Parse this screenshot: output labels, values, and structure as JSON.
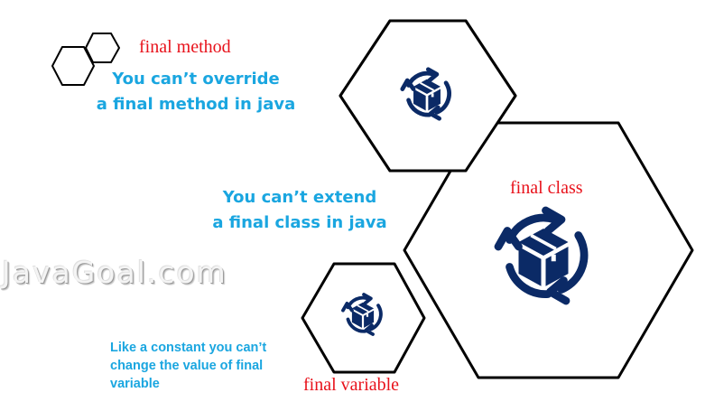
{
  "watermark": "JavaGoal.com",
  "colors": {
    "title_red": "#e8121b",
    "desc_blue": "#1aa6e0",
    "icon_navy": "#0b2a66",
    "outline": "#000000"
  },
  "nodes": [
    {
      "id": "method",
      "title": "final method",
      "description_lines": [
        "You can’t override",
        "a final method in java"
      ],
      "icon": "box-recycle-icon"
    },
    {
      "id": "class",
      "title": "final class",
      "description_lines": [
        "You can’t extend",
        "a final class in java"
      ],
      "icon": "box-recycle-icon"
    },
    {
      "id": "variable",
      "title": "final variable",
      "description_lines": [
        "Like a constant you can’t",
        "change the value of final",
        "variable"
      ],
      "icon": "box-recycle-icon"
    }
  ],
  "decorative": {
    "icon": "two-hexagons-icon"
  }
}
